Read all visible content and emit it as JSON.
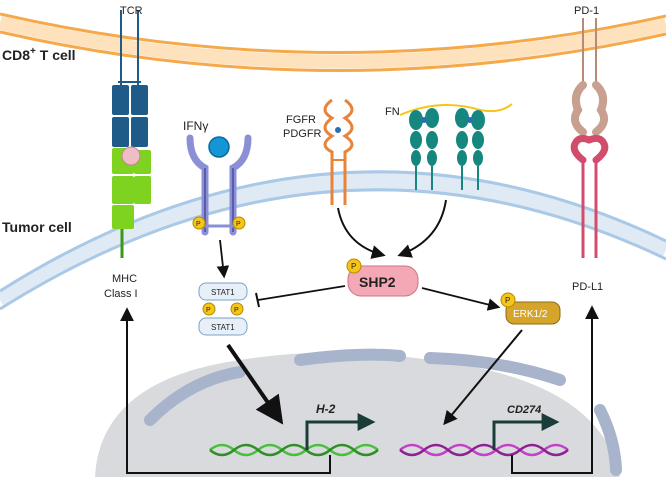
{
  "cells": {
    "t_cell": {
      "label": "CD8",
      "superscript": "+",
      "suffix": " T cell"
    },
    "tumor_cell": {
      "label": "Tumor cell"
    }
  },
  "receptors": {
    "tcr": "TCR",
    "pd1": "PD-1",
    "ifng": "IFNγ",
    "fgfr": "FGFR",
    "pdgfr": "PDGFR",
    "fn": "FN",
    "mhc_line1": "MHC",
    "mhc_line2": "Class I",
    "pdl1": "PD-L1"
  },
  "signaling": {
    "shp2": "SHP2",
    "erk": "ERK1/2",
    "stat1": "STAT1",
    "phospho": "P"
  },
  "genes": {
    "h2": "H-2",
    "cd274": "CD274"
  },
  "colors": {
    "t_membrane": "#f5a94a",
    "tumor_membrane": "#a9c9e6",
    "nucleus": "#d9dadd",
    "tcr_blue": "#1f5b88",
    "mhc_green": "#7ed321",
    "ifng_purple": "#8b8fd6",
    "fgfr_orange": "#e8833a",
    "fn_teal": "#15877f",
    "pd1_tan": "#c8a090",
    "pdl1_red": "#d24c6c",
    "shp2_pink": "#f4a7b4",
    "erk_gold": "#d4a52a",
    "phospho_yellow": "#f5c518",
    "dna_green": "#46c23a",
    "dna_magenta": "#c340c8",
    "arrow_dark": "#1a3d3a"
  }
}
